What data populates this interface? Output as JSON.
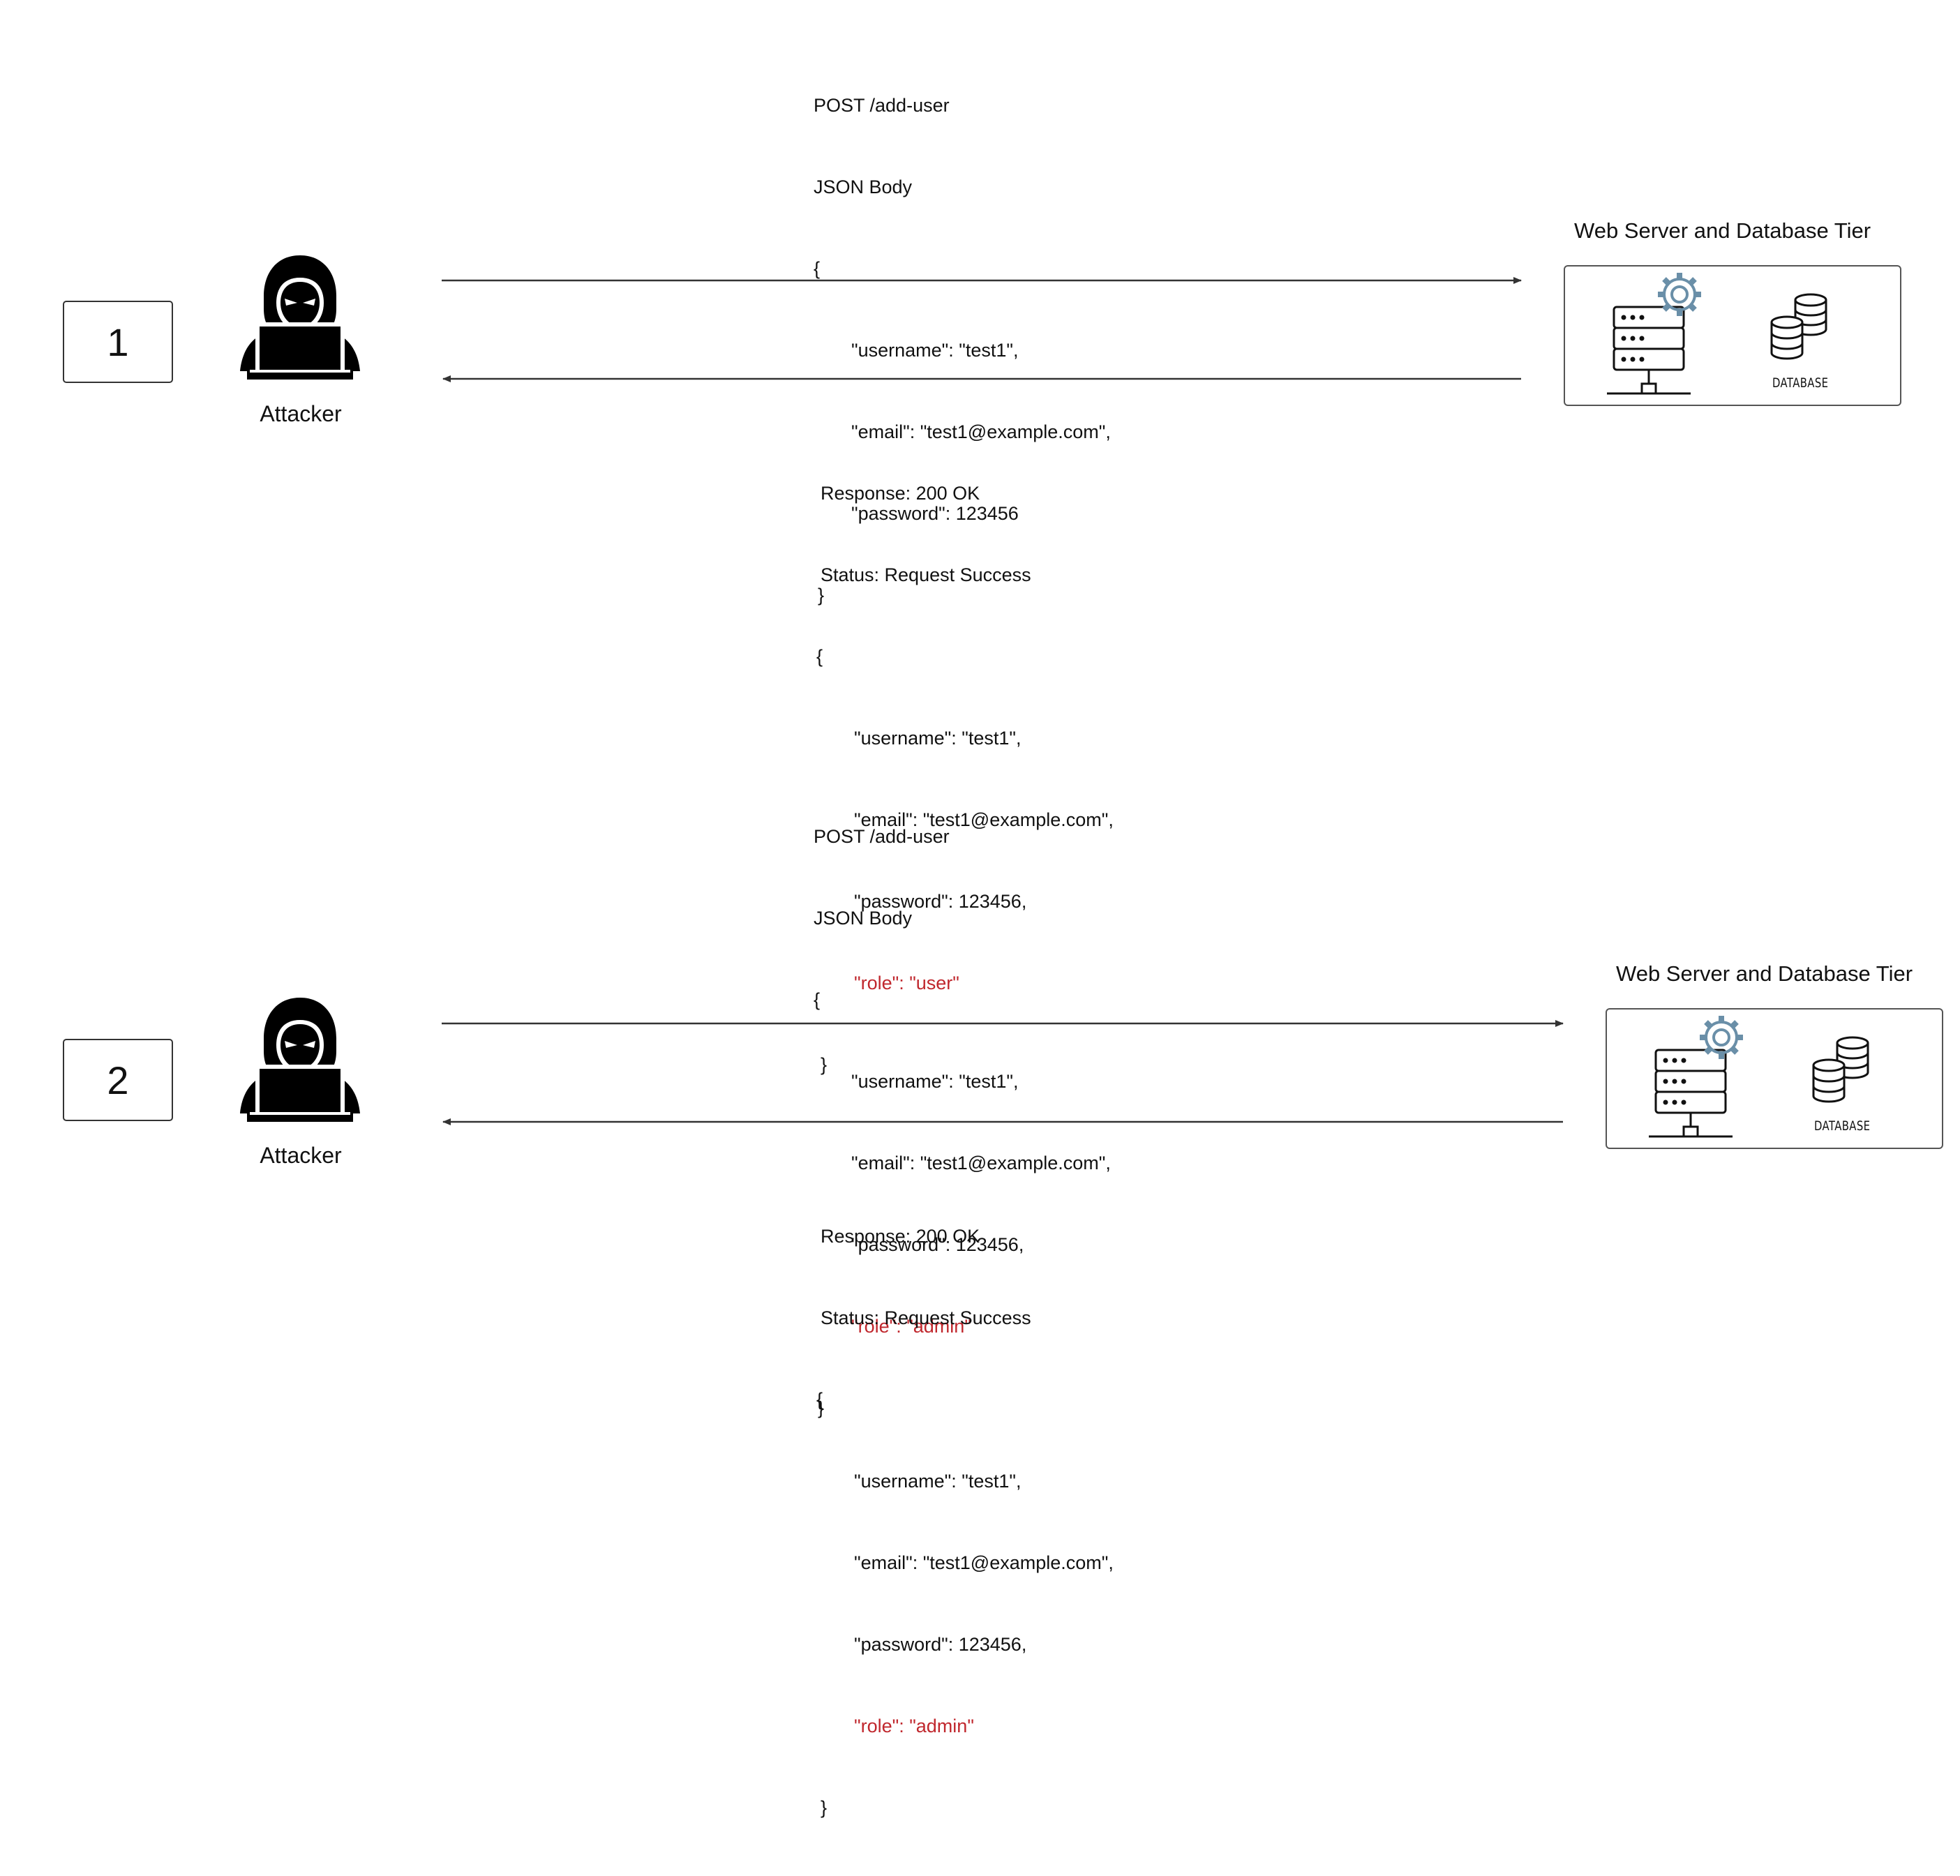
{
  "scenarios": [
    {
      "step": "1",
      "attacker_label": "Attacker",
      "tier_title": "Web Server and Database Tier",
      "db_label": "DATABASE",
      "request": {
        "line1": "POST /add-user",
        "line2": "JSON Body",
        "open": "{",
        "username": "\"username\": \"test1\",",
        "email": "\"email\": \"test1@example.com\",",
        "password": "\"password\": 123456",
        "close": "}"
      },
      "response": {
        "line1": "Response: 200 OK",
        "line2": "Status: Request Success",
        "open": "{",
        "username": "\"username\": \"test1\",",
        "email": "\"email\": \"test1@example.com\",",
        "password": "\"password\": 123456,",
        "role": "\"role\": \"user\"",
        "close": "}"
      }
    },
    {
      "step": "2",
      "attacker_label": "Attacker",
      "tier_title": "Web Server and Database Tier",
      "db_label": "DATABASE",
      "request": {
        "line1": "POST /add-user",
        "line2": "JSON Body",
        "open": "{",
        "username": "\"username\": \"test1\",",
        "email": "\"email\": \"test1@example.com\",",
        "password": "\"password\": 123456,",
        "role": "\"role\": \"admin\"",
        "close": "}"
      },
      "response": {
        "line1": "Response: 200 OK",
        "line2": "Status: Request Success",
        "open": "{",
        "username": "\"username\": \"test1\",",
        "email": "\"email\": \"test1@example.com\",",
        "password": "\"password\": 123456,",
        "role": "\"role\": \"admin\"",
        "close": "}"
      }
    }
  ],
  "colors": {
    "highlight": "#c0272d",
    "arrow": "#333333",
    "gear": "#6a8fa8"
  },
  "icons": [
    "hacker-laptop-icon",
    "server-rack-icon",
    "gear-icon",
    "database-stack-icon"
  ]
}
